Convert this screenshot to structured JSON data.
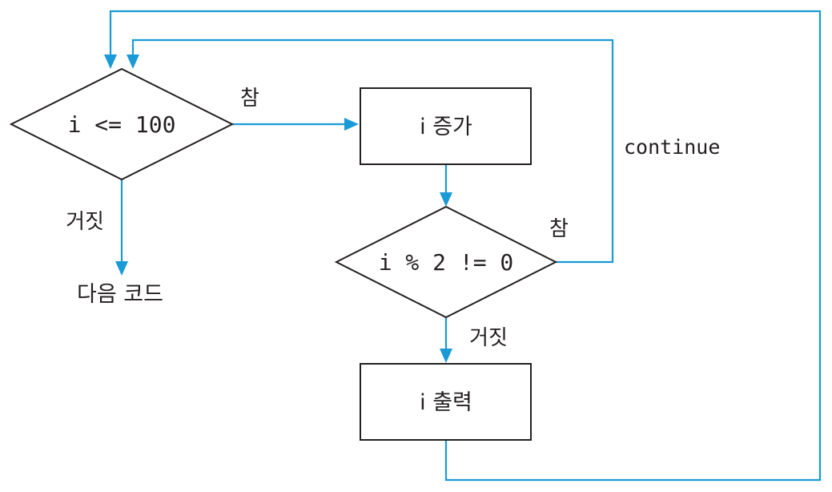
{
  "nodes": {
    "loop_condition": "i <= 100",
    "increment": "i 증가",
    "odd_check": "i % 2 != 0",
    "print": "i 출력",
    "next_code": "다음 코드"
  },
  "edge_labels": {
    "loop_true": "참",
    "loop_false": "거짓",
    "odd_true": "참",
    "odd_false": "거짓",
    "continue": "continue"
  },
  "colors": {
    "edge": "#1a9ad6",
    "shape_stroke": "#231f20"
  }
}
